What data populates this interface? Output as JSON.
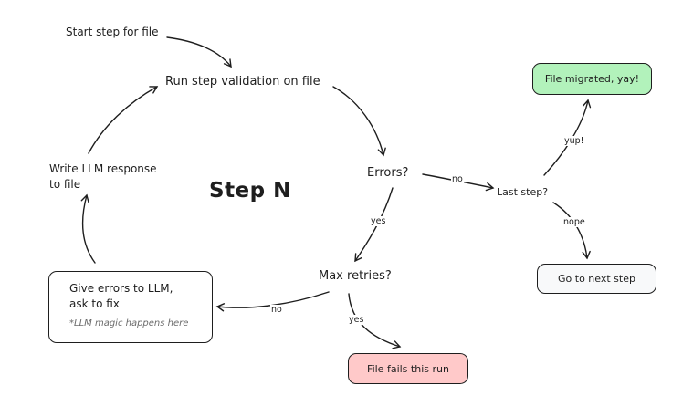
{
  "title": "Step N",
  "nodes": {
    "start": "Start step for file",
    "run_validation": "Run step validation on file",
    "errors": "Errors?",
    "last_step": "Last step?",
    "file_migrated": "File migrated, yay!",
    "go_next": "Go to next step",
    "max_retries": "Max retries?",
    "file_fails": "File fails this run",
    "give_errors_line1": "Give errors to LLM,",
    "give_errors_line2": "ask to fix",
    "llm_note": "*LLM magic happens here",
    "write_response_line1": "Write LLM response",
    "write_response_line2": "to file"
  },
  "edge_labels": {
    "errors_no": "no",
    "errors_yes": "yes",
    "last_yup": "yup!",
    "last_nope": "nope",
    "retries_no": "no",
    "retries_yes": "yes"
  },
  "colors": {
    "success_fill": "#b2f2bb",
    "fail_fill": "#ffc9c9",
    "neutral_fill": "#f8f9fa",
    "stroke": "#1e1e1e"
  }
}
